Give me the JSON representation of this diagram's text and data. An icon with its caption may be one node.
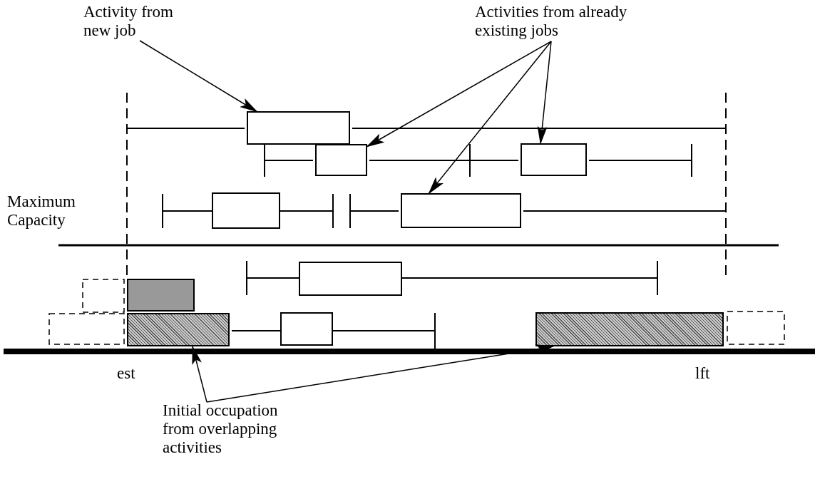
{
  "diagram": {
    "nodes": [
      {
        "text": [
          "Activity from new job"
        ]
      },
      {
        "text": [],
        "shape": "box"
      },
      {
        "text": [
          "Activities from already existing jobs"
        ]
      },
      {
        "text": [],
        "shape": "box"
      },
      {
        "text": [],
        "shape": "box"
      },
      {
        "text": [],
        "shape": "box"
      },
      {
        "text": [
          "Initial occupation from overlapping activities"
        ]
      },
      {
        "text": [],
        "shape": "bar"
      },
      {
        "text": [],
        "shape": "bar"
      }
    ],
    "edges": [
      {
        "from": 0,
        "to": 1,
        "arrow": "to"
      },
      {
        "from": 2,
        "to": 3,
        "arrow": "to"
      },
      {
        "from": 2,
        "to": 4,
        "arrow": "to"
      },
      {
        "from": 2,
        "to": 5,
        "arrow": "to"
      },
      {
        "from": 6,
        "to": 7,
        "arrow": "to"
      },
      {
        "from": 6,
        "to": 8,
        "arrow": "to"
      }
    ],
    "labels": [
      "Maximum Capacity",
      "est",
      "lft"
    ]
  }
}
